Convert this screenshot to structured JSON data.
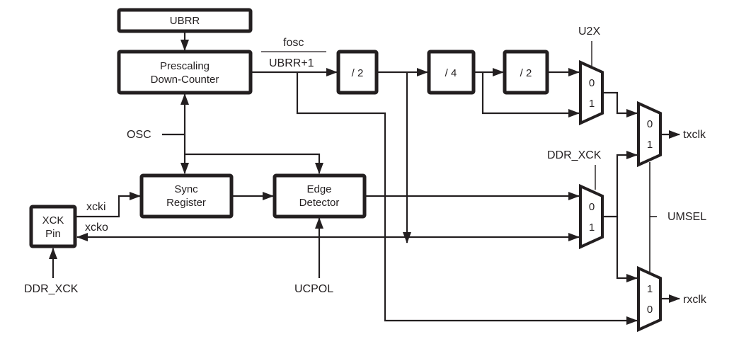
{
  "diagram": {
    "type": "block-diagram",
    "colors": {
      "stroke": "#231f20",
      "background": "#ffffff"
    },
    "blocks": {
      "ubrr": {
        "label": "UBRR"
      },
      "prescaler": {
        "line1": "Prescaling",
        "line2": "Down-Counter"
      },
      "div2a": {
        "label": "/ 2"
      },
      "div4": {
        "label": "/ 4"
      },
      "div2b": {
        "label": "/ 2"
      },
      "sync": {
        "line1": "Sync",
        "line2": "Register"
      },
      "edge": {
        "line1": "Edge",
        "line2": "Detector"
      },
      "xckpin": {
        "line1": "XCK",
        "line2": "Pin"
      }
    },
    "muxes": {
      "u2x_mux": {
        "in_top": "0",
        "in_bottom": "1",
        "select": "U2X"
      },
      "tx_mux": {
        "in_top": "0",
        "in_bottom": "1",
        "output": "txclk"
      },
      "ddr_mux": {
        "in_top": "0",
        "in_bottom": "1",
        "select": "DDR_XCK"
      },
      "rx_mux": {
        "in_top": "1",
        "in_bottom": "0",
        "output": "rxclk"
      }
    },
    "labels": {
      "fosc_numerator": "fosc",
      "fosc_denominator": "UBRR+1",
      "osc": "OSC",
      "xcki": "xcki",
      "xcko": "xcko",
      "ddr_xck_bottom": "DDR_XCK",
      "ucpol": "UCPOL",
      "umsel": "UMSEL"
    }
  }
}
